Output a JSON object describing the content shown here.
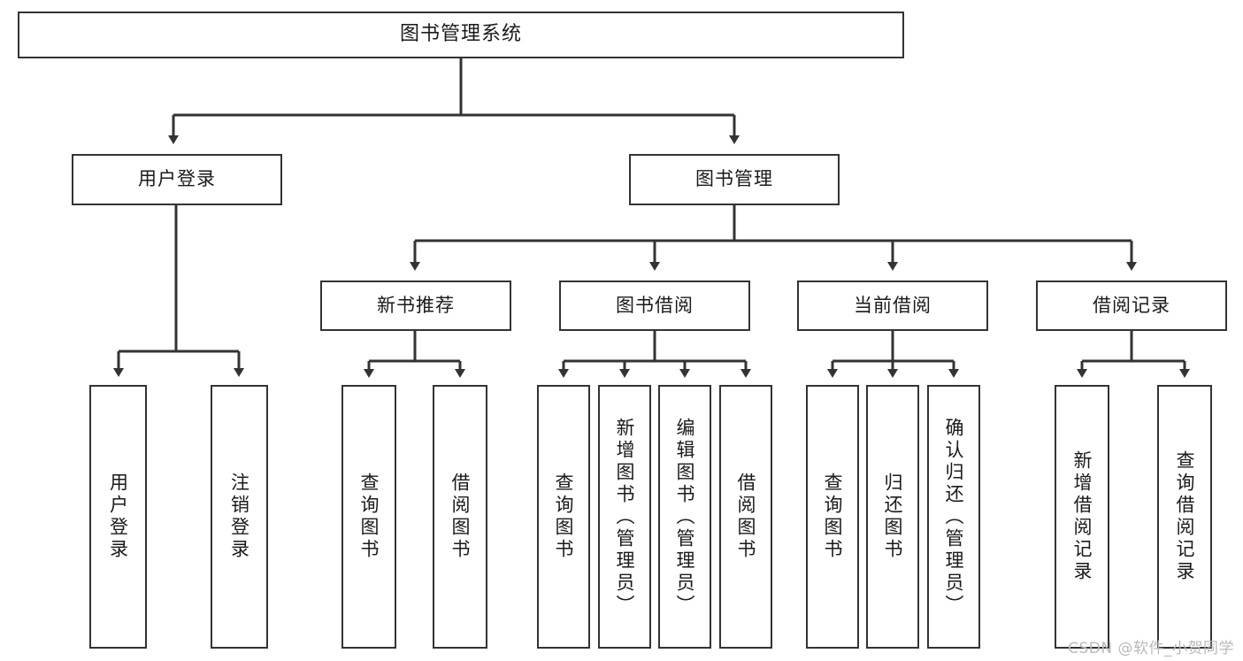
{
  "diagram": {
    "title": "图书管理系统",
    "watermark": "CSDN @软件_小贺同学",
    "colors": {
      "stroke": "#333333",
      "background": "#ffffff",
      "text": "#1a1a1a",
      "watermark": "#b9b9b9"
    },
    "nodes": {
      "root": {
        "label": "图书管理系统"
      },
      "level1": [
        {
          "id": "user-login",
          "label": "用户登录"
        },
        {
          "id": "book-management",
          "label": "图书管理"
        }
      ],
      "level2": [
        {
          "id": "new-book-recommend",
          "label": "新书推荐"
        },
        {
          "id": "book-borrow",
          "label": "图书借阅"
        },
        {
          "id": "current-borrow",
          "label": "当前借阅"
        },
        {
          "id": "borrow-record",
          "label": "借阅记录"
        }
      ],
      "leaves": {
        "user_login": [
          {
            "id": "leaf-user-login",
            "label": "用户登录"
          },
          {
            "id": "leaf-logout-login",
            "label": "注销登录"
          }
        ],
        "new_book_recommend": [
          {
            "id": "leaf-query-book-1",
            "label": "查询图书"
          },
          {
            "id": "leaf-borrow-book-1",
            "label": "借阅图书"
          }
        ],
        "book_borrow": [
          {
            "id": "leaf-query-book-2",
            "label": "查询图书"
          },
          {
            "id": "leaf-add-book",
            "label": "新增图书（管理员）"
          },
          {
            "id": "leaf-edit-book",
            "label": "编辑图书（管理员）"
          },
          {
            "id": "leaf-borrow-book-2",
            "label": "借阅图书"
          }
        ],
        "current_borrow": [
          {
            "id": "leaf-query-book-3",
            "label": "查询图书"
          },
          {
            "id": "leaf-return-book",
            "label": "归还图书"
          },
          {
            "id": "leaf-confirm-return",
            "label": "确认归还（管理员）"
          }
        ],
        "borrow_record": [
          {
            "id": "leaf-add-record",
            "label": "新增借阅记录"
          },
          {
            "id": "leaf-query-record",
            "label": "查询借阅记录"
          }
        ]
      }
    }
  },
  "chart_data": {
    "type": "diagram",
    "subtype": "tree-hierarchy-functional-decomposition",
    "title": "图书管理系统",
    "orientation": "top-down",
    "edge_style": "orthogonal-elbow-with-arrowheads",
    "levels": 4,
    "tree": {
      "name": "图书管理系统",
      "children": [
        {
          "name": "用户登录",
          "children": [
            {
              "name": "用户登录",
              "children": []
            },
            {
              "name": "注销登录",
              "children": []
            }
          ]
        },
        {
          "name": "图书管理",
          "children": [
            {
              "name": "新书推荐",
              "children": [
                {
                  "name": "查询图书",
                  "children": []
                },
                {
                  "name": "借阅图书",
                  "children": []
                }
              ]
            },
            {
              "name": "图书借阅",
              "children": [
                {
                  "name": "查询图书",
                  "children": []
                },
                {
                  "name": "新增图书（管理员）",
                  "children": []
                },
                {
                  "name": "编辑图书（管理员）",
                  "children": []
                },
                {
                  "name": "借阅图书",
                  "children": []
                }
              ]
            },
            {
              "name": "当前借阅",
              "children": [
                {
                  "name": "查询图书",
                  "children": []
                },
                {
                  "name": "归还图书",
                  "children": []
                },
                {
                  "name": "确认归还（管理员）",
                  "children": []
                }
              ]
            },
            {
              "name": "借阅记录",
              "children": [
                {
                  "name": "新增借阅记录",
                  "children": []
                },
                {
                  "name": "查询借阅记录",
                  "children": []
                }
              ]
            }
          ]
        }
      ]
    },
    "node_count": 18,
    "leaf_count": 13
  }
}
